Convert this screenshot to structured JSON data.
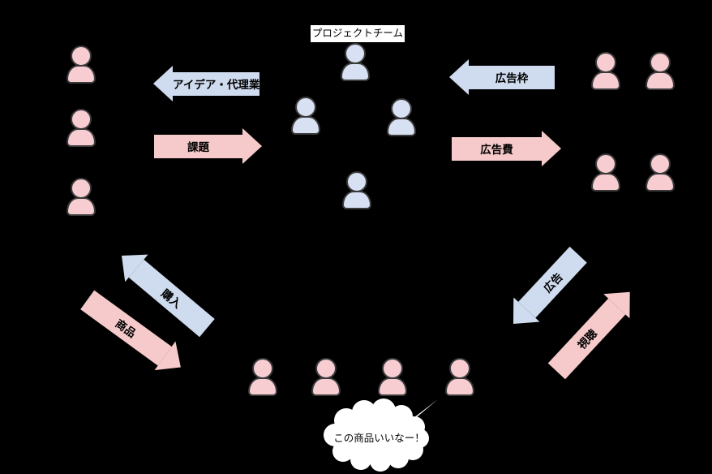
{
  "team": {
    "label": "プロジェクトチーム",
    "member_count": 4
  },
  "groups": {
    "left": {
      "member_count": 3
    },
    "right_top": {
      "member_count": 2
    },
    "right_bottom": {
      "member_count": 2
    },
    "bottom": {
      "member_count": 4
    }
  },
  "arrows": [
    {
      "id": "idea-agency",
      "label": "アイデア・代理業",
      "color": "blue",
      "direction": "left"
    },
    {
      "id": "task",
      "label": "課題",
      "color": "pink",
      "direction": "right"
    },
    {
      "id": "ad-slot",
      "label": "広告枠",
      "color": "blue",
      "direction": "left"
    },
    {
      "id": "ad-fee",
      "label": "広告費",
      "color": "pink",
      "direction": "right"
    },
    {
      "id": "purchase",
      "label": "購入",
      "color": "blue",
      "direction": "up-left"
    },
    {
      "id": "product",
      "label": "商品",
      "color": "pink",
      "direction": "down-right"
    },
    {
      "id": "advertising",
      "label": "広告",
      "color": "blue",
      "direction": "down-left"
    },
    {
      "id": "viewing",
      "label": "視聴",
      "color": "pink",
      "direction": "up-right"
    }
  ],
  "speech_bubble": {
    "text": "この商品いいなー！"
  },
  "colors": {
    "background": "#000000",
    "person-blue": "#d8e1f3",
    "person-pink": "#f7cdd2",
    "arrow-blue": "#cfdbee",
    "arrow-pink": "#f6caca",
    "outline": "#3a3a3a",
    "label-bg": "#ffffff",
    "bubble-bg": "#ffffff",
    "text": "#000000"
  }
}
